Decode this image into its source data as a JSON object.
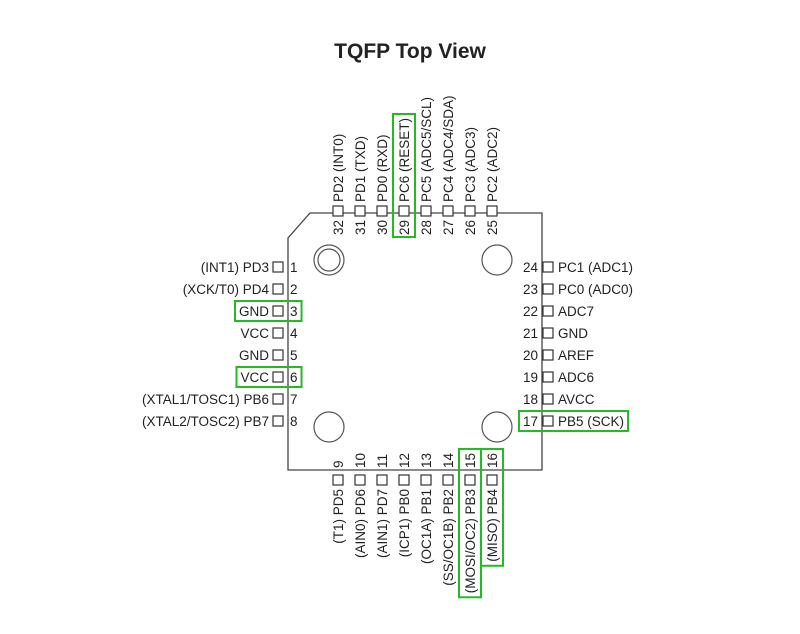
{
  "title": "TQFP Top View",
  "highlight_color": "#22bb22",
  "pins_left": [
    {
      "num": "1",
      "label": "(INT1) PD3"
    },
    {
      "num": "2",
      "label": "(XCK/T0) PD4"
    },
    {
      "num": "3",
      "label": "GND",
      "highlight": true
    },
    {
      "num": "4",
      "label": "VCC"
    },
    {
      "num": "5",
      "label": "GND"
    },
    {
      "num": "6",
      "label": "VCC",
      "highlight": true
    },
    {
      "num": "7",
      "label": "(XTAL1/TOSC1) PB6"
    },
    {
      "num": "8",
      "label": "(XTAL2/TOSC2) PB7"
    }
  ],
  "pins_right": [
    {
      "num": "24",
      "label": "PC1 (ADC1)"
    },
    {
      "num": "23",
      "label": "PC0 (ADC0)"
    },
    {
      "num": "22",
      "label": "ADC7"
    },
    {
      "num": "21",
      "label": "GND"
    },
    {
      "num": "20",
      "label": "AREF"
    },
    {
      "num": "19",
      "label": "ADC6"
    },
    {
      "num": "18",
      "label": "AVCC"
    },
    {
      "num": "17",
      "label": "PB5 (SCK)",
      "highlight": true
    }
  ],
  "pins_top": [
    {
      "num": "32",
      "label": "PD2 (INT0)"
    },
    {
      "num": "31",
      "label": "PD1 (TXD)"
    },
    {
      "num": "30",
      "label": "PD0 (RXD)"
    },
    {
      "num": "29",
      "label": "PC6 (RESET)",
      "highlight": true
    },
    {
      "num": "28",
      "label": "PC5 (ADC5/SCL)"
    },
    {
      "num": "27",
      "label": "PC4 (ADC4/SDA)"
    },
    {
      "num": "26",
      "label": "PC3 (ADC3)"
    },
    {
      "num": "25",
      "label": "PC2 (ADC2)"
    }
  ],
  "pins_bottom": [
    {
      "num": "9",
      "label": "(T1) PD5"
    },
    {
      "num": "10",
      "label": "(AIN0) PD6"
    },
    {
      "num": "11",
      "label": "(AIN1) PD7"
    },
    {
      "num": "12",
      "label": "(ICP1) PB0"
    },
    {
      "num": "13",
      "label": "(OC1A) PB1"
    },
    {
      "num": "14",
      "label": "(SS/OC1B) PB2"
    },
    {
      "num": "15",
      "label": "(MOSI/OC2) PB3",
      "highlight": true
    },
    {
      "num": "16",
      "label": "(MISO) PB4",
      "highlight": true
    }
  ]
}
